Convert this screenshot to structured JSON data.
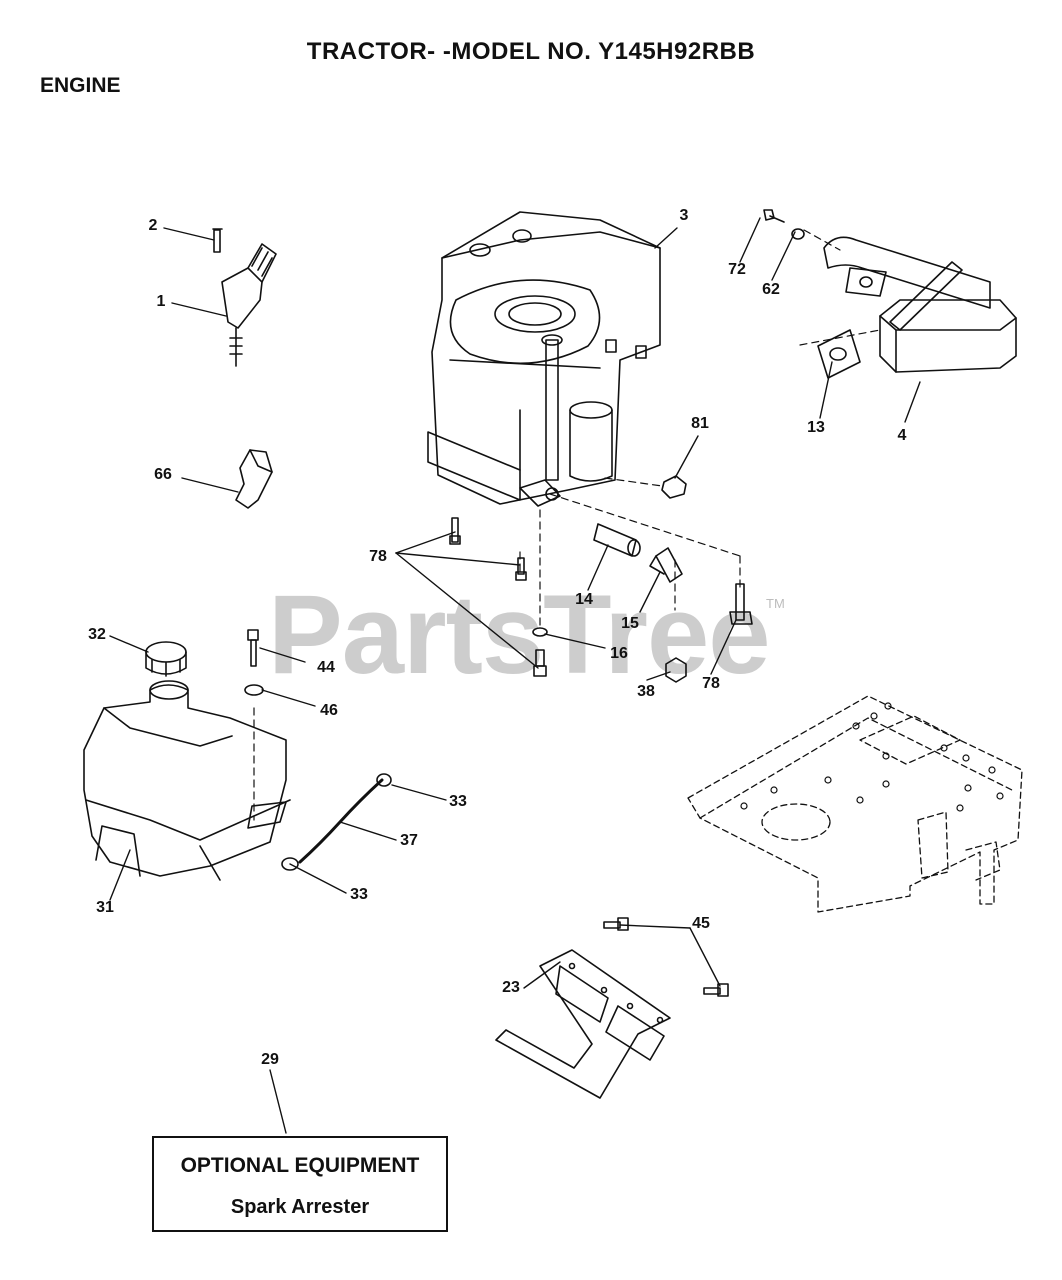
{
  "header": {
    "title": "TRACTOR- -MODEL NO. Y145H92RBB",
    "section": "ENGINE"
  },
  "watermark": {
    "brand": "PartsTree",
    "trademark": "TM"
  },
  "optional_box": {
    "line1": "OPTIONAL EQUIPMENT",
    "line2": "Spark Arrester"
  },
  "callouts": {
    "c2": "2",
    "c1": "1",
    "c66": "66",
    "c3": "3",
    "c72": "72",
    "c62": "62",
    "c13": "13",
    "c4": "4",
    "c81": "81",
    "c78a": "78",
    "c14": "14",
    "c15": "15",
    "c16": "16",
    "c38": "38",
    "c78b": "78",
    "c32": "32",
    "c44": "44",
    "c46": "46",
    "c33a": "33",
    "c37": "37",
    "c33b": "33",
    "c31": "31",
    "c45": "45",
    "c23": "23",
    "c29": "29"
  }
}
